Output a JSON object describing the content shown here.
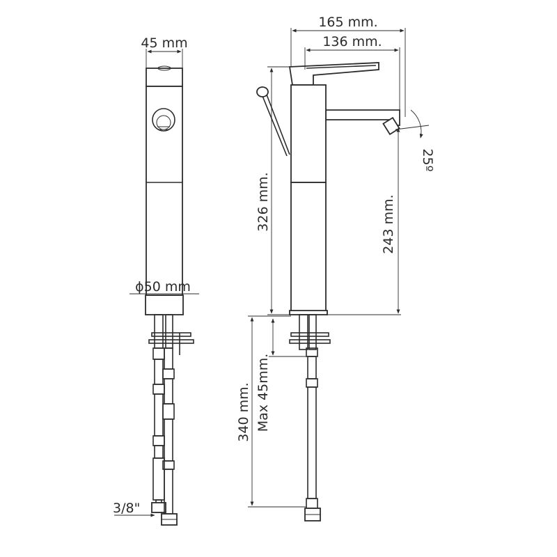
{
  "dimensions": {
    "top_width_total": "165 mm.",
    "top_width_spout": "136 mm.",
    "side_width": "45 mm",
    "base_diameter": "ϕ50 mm",
    "total_height": "326 mm.",
    "spout_height": "243 mm.",
    "hose_length": "340 mm.",
    "max_counter": "Max 45mm.",
    "thread_size": "3/8\"",
    "swivel_angle": "25º"
  },
  "colors": {
    "line": "#2b2b2b",
    "background": "#ffffff"
  }
}
